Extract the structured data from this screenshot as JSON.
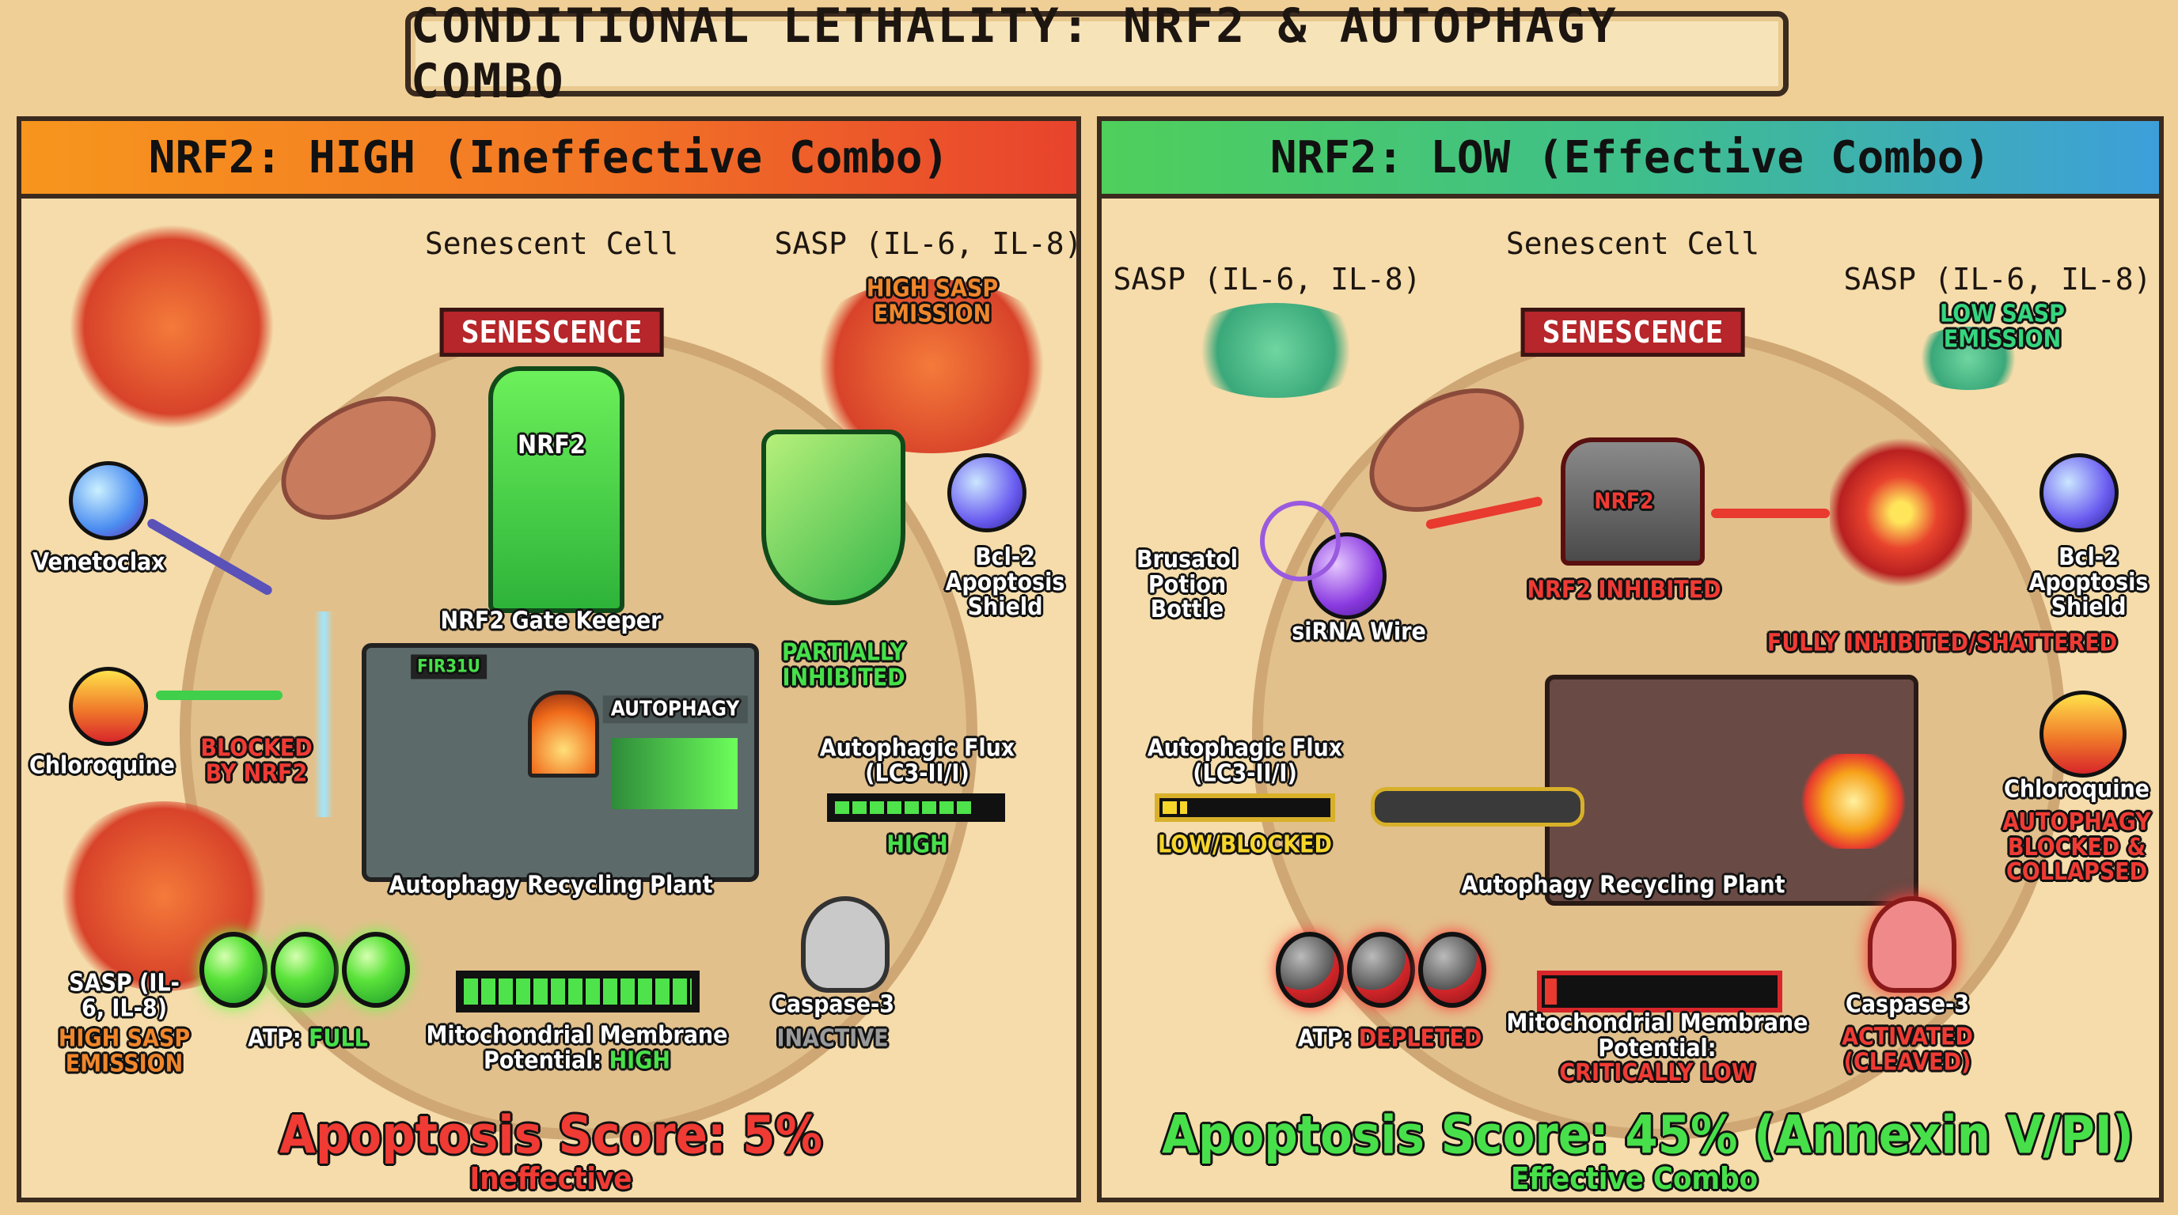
{
  "title": "CONDITIONAL LETHALITY: NRF2 & AUTOPHAGY COMBO",
  "left_panel": {
    "header": "NRF2: HIGH (Ineffective Combo)",
    "cell_label": "Senescent Cell",
    "sasp_top": "SASP (IL-6, IL-8)",
    "sasp_top_status": "HIGH SASP EMISSION",
    "senescence_banner": "SENESCENCE",
    "nrf2_badge": "NRF2",
    "nrf2_label": "NRF2 Gate Keeper",
    "shield_status": "PARTIALLY INHIBITED",
    "bcl2_label": "Bcl-2 Apoptosis Shield",
    "venetoclax": "Venetoclax",
    "chloroquine": "Chloroquine",
    "blocked": "BLOCKED BY NRF2",
    "machine_screen": "FIR31U",
    "autophagy_sign": "AUTOPHAGY",
    "flux_label": "Autophagic Flux (LC3-II/I)",
    "flux_status": "HIGH",
    "flux_level_pct": 85,
    "plant_label": "Autophagy Recycling Plant",
    "sasp_bottom": "SASP (IL-6, IL-8)",
    "sasp_bottom_status": "HIGH SASP EMISSION",
    "atp_label": "ATP:",
    "atp_status": "FULL",
    "mito_label": "Mitochondrial Membrane Potential:",
    "mito_status": "HIGH",
    "mito_level_pct": 100,
    "caspase_label": "Caspase-3",
    "caspase_status": "INACTIVE",
    "score": "Apoptosis Score: 5%",
    "verdict": "Ineffective"
  },
  "right_panel": {
    "header": "NRF2: LOW (Effective Combo)",
    "cell_label": "Senescent Cell",
    "sasp_left": "SASP (IL-6, IL-8)",
    "sasp_right": "SASP (IL-6, IL-8)",
    "sasp_status": "LOW SASP EMISSION",
    "senescence_banner": "SENESCENCE",
    "nrf2_badge": "NRF2",
    "nrf2_status": "NRF2 INHIBITED",
    "brusatol": "Brusatol Potion Bottle",
    "sirna": "siRNA Wire",
    "bcl2_label": "Bcl-2 Apoptosis Shield",
    "shield_status": "FULLY INHIBITED/SHATTERED",
    "chloroquine": "Chloroquine",
    "chloroquine_status": "AUTOPHAGY BLOCKED & COLLAPSED",
    "flux_label": "Autophagic Flux (LC3-II/I)",
    "flux_status": "LOW/BLOCKED",
    "flux_level_pct": 15,
    "plant_label": "Autophagy Recycling Plant",
    "atp_label": "ATP:",
    "atp_status": "DEPLETED",
    "mito_label": "Mitochondrial Membrane Potential:",
    "mito_status": "CRITICALLY LOW",
    "mito_level_pct": 5,
    "caspase_label": "Caspase-3",
    "caspase_status": "ACTIVATED (CLEAVED)",
    "score": "Apoptosis Score: 45% (Annexin V/PI)",
    "verdict": "Effective Combo"
  },
  "colors": {
    "high_header": "#f37a25",
    "low_header": "#3fbf8a",
    "good": "#47e04a",
    "bad": "#ef3b34",
    "sand": "#efcf95"
  }
}
